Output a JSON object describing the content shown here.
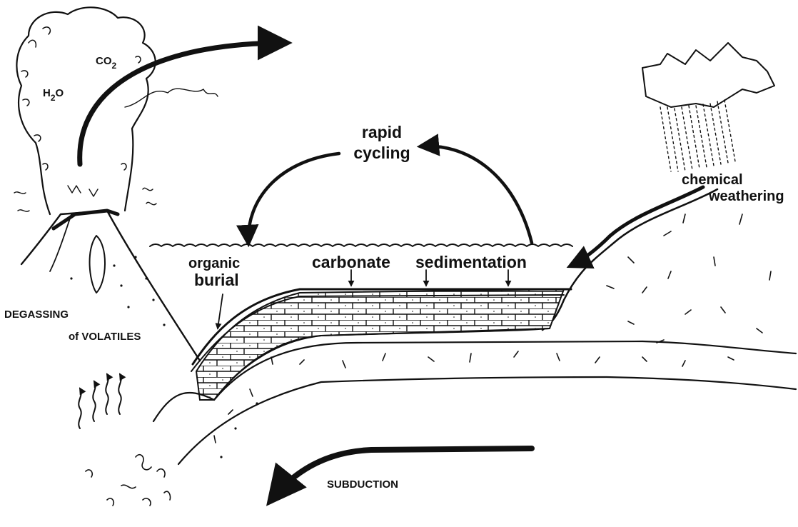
{
  "labels": {
    "co2": "CO",
    "co2_sub": "2",
    "h2o_h": "H",
    "h2o_sub": "2",
    "h2o_o": "O",
    "rapid": "rapid",
    "cycling": "cycling",
    "chemical": "chemical",
    "weathering": "weathering",
    "organic": "organic",
    "burial": "burial",
    "carbonate": "carbonate",
    "sedimentation": "sedimentation",
    "degassing": "DEGASSING",
    "volatiles": "of VOLATILES",
    "subduction": "SUBDUCTION"
  }
}
